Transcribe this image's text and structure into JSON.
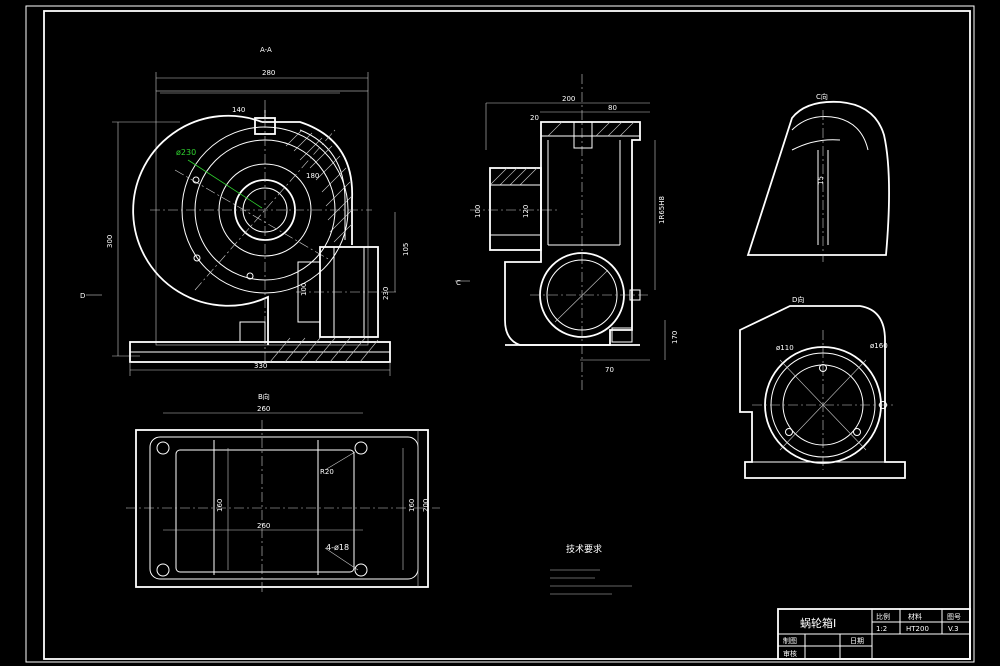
{
  "front_view": {
    "section_label": "A-A",
    "dim_width_top": "280",
    "dim_140": "140",
    "dim_diameter": "ø230",
    "dim_r80": "180",
    "dim_height": "300",
    "dim_105": "105",
    "dim_100": "100",
    "dim_230": "230",
    "dim_base": "330"
  },
  "side_view": {
    "dim_top": "200",
    "dim_80": "80",
    "dim_20": "20",
    "dim_100_left": "100",
    "dim_120": "120",
    "dim_r106": "1R65H8",
    "dim_70": "70",
    "dim_170": "170"
  },
  "plan_view": {
    "dim_260_top": "260",
    "dim_260_bottom": "260",
    "dim_160_left": "160",
    "dim_160_right": "160",
    "dim_200": "200",
    "holes": "4-ø18"
  },
  "detail_views": {
    "dim_110": "ø110",
    "dim_160": "ø160",
    "dim_small": "15"
  },
  "tech_requirements": {
    "heading": "技术要求"
  },
  "title_block": {
    "part_name": "蜗轮箱I",
    "col_scale": "比例",
    "col_material": "材料",
    "col_drawing_no": "图号",
    "scale_value": "1:2",
    "material_value": "HT200",
    "drawing_no_value": "V.3",
    "row_drawn": "制图",
    "row_checked": "审核",
    "row_date": "日期"
  }
}
